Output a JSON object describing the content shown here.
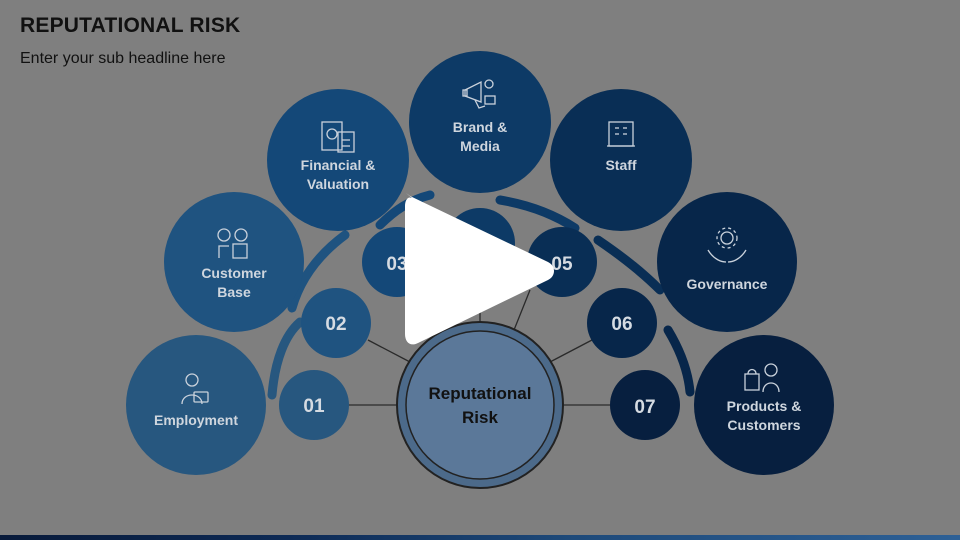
{
  "header": {
    "title": "REPUTATIONAL RISK",
    "subtitle": "Enter your sub headline here"
  },
  "center": {
    "line1": "Reputational",
    "line2": "Risk"
  },
  "items": [
    {
      "number": "01",
      "line1": "Employment",
      "line2": "",
      "icon": "employee-icon",
      "color": "#27577f"
    },
    {
      "number": "02",
      "line1": "Customer",
      "line2": "Base",
      "icon": "customer-icon",
      "color": "#1f5380"
    },
    {
      "number": "03",
      "line1": "Financial &",
      "line2": "Valuation",
      "icon": "finance-icon",
      "color": "#144878"
    },
    {
      "number": "",
      "line1": "Brand &",
      "line2": "Media",
      "icon": "megaphone-icon",
      "color": "#0d3a66"
    },
    {
      "number": "05",
      "line1": "Staff",
      "line2": "",
      "icon": "building-icon",
      "color": "#092e55"
    },
    {
      "number": "06",
      "line1": "Governance",
      "line2": "",
      "icon": "gear-hands-icon",
      "color": "#07264a"
    },
    {
      "number": "07",
      "line1": "Products &",
      "line2": "Customers",
      "icon": "shopping-icon",
      "color": "#071f3f"
    }
  ],
  "overlay": {
    "icon": "play-icon"
  }
}
